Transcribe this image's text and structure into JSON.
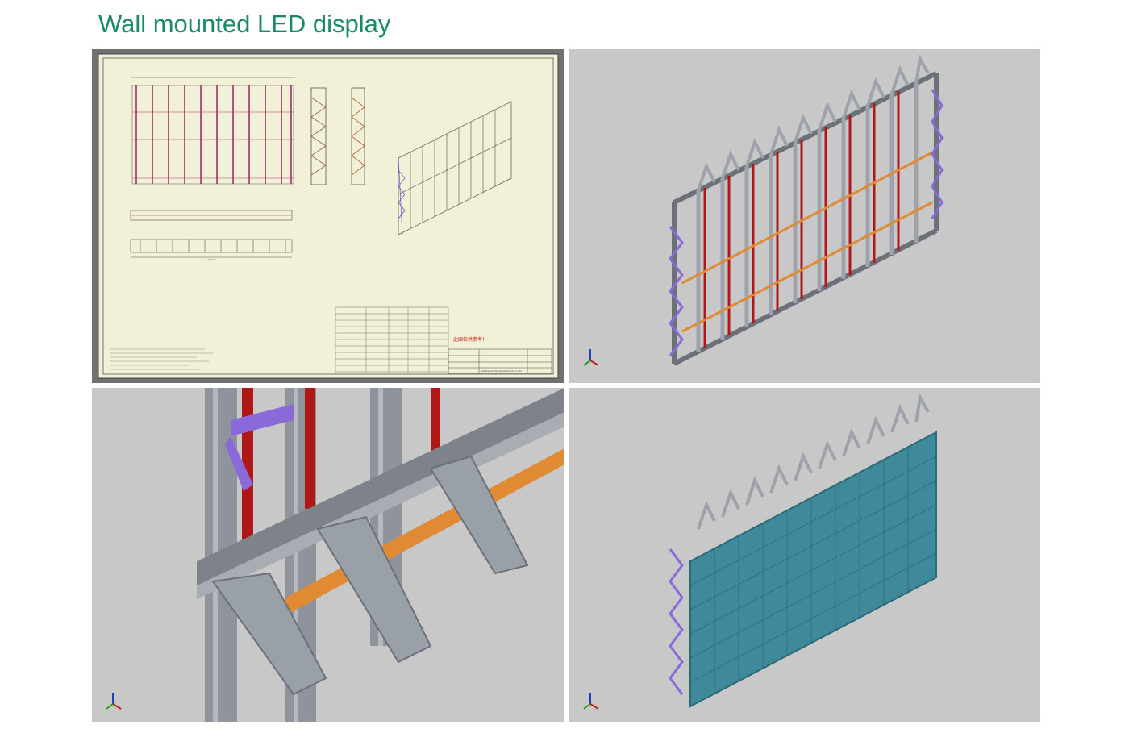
{
  "page": {
    "title": "Wall mounted LED display"
  },
  "drawing": {
    "note": "此图仅供参考！",
    "company": "Shenzhen Giantec Optoelectronics Co.,Ltd",
    "main_dimension": "16120"
  },
  "colors": {
    "title": "#1a8a62",
    "frame_gray": "#9aa0a8",
    "beam_red": "#b01818",
    "rod_orange": "#e08a34",
    "brace_purple": "#8a6ad8",
    "screen_teal": "#3f8a9a",
    "cad_paper": "#f2f0d6",
    "viewport_bg": "#c8c8c8"
  },
  "panels": [
    {
      "id": "drawing-sheet",
      "icon": "blueprint-icon"
    },
    {
      "id": "frame-3d-view",
      "icon": "axis-triad-icon"
    },
    {
      "id": "detail-closeup",
      "icon": "axis-triad-icon"
    },
    {
      "id": "screen-mounted-view",
      "icon": "axis-triad-icon"
    }
  ]
}
